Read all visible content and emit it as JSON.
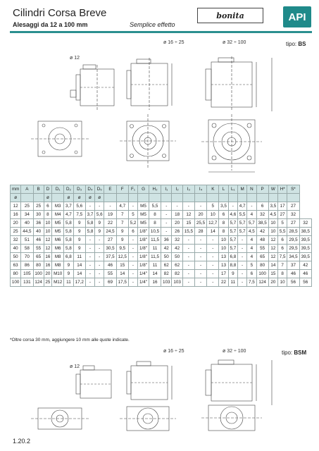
{
  "header": {
    "title": "Cilindri Corsa Breve",
    "subtitle": "Alesaggi da 12 a 100 mm",
    "effect": "Semplice effetto",
    "logo_bonita": "bonita",
    "logo_api": "API",
    "accent_color": "#2b8f8f"
  },
  "drawing_bs": {
    "label_12": "ø 12",
    "label_16_25": "ø 16 ÷ 25",
    "label_32_100": "ø 32 ÷ 100",
    "tipo_prefix": "tipo:",
    "tipo_code": "BS"
  },
  "table": {
    "headers": [
      "mm",
      "A",
      "B",
      "D",
      "D₁",
      "D₂",
      "D₃",
      "D₄",
      "D₅",
      "E",
      "F",
      "F₁",
      "G",
      "H₂",
      "I₁",
      "I₂",
      "I₃",
      "I₄",
      "K",
      "L",
      "L₁",
      "M",
      "N",
      "P",
      "W",
      "H*",
      "S*"
    ],
    "subheaders": [
      "ø",
      "",
      "",
      "ø",
      "",
      "ø",
      "ø",
      "ø",
      "ø",
      "",
      "",
      "",
      "",
      "",
      "",
      "",
      "",
      "",
      "",
      "",
      "",
      "",
      "",
      "",
      "",
      "",
      ""
    ],
    "rows": [
      [
        "12",
        "25",
        "25",
        "6",
        "M3",
        "3,7",
        "5,6",
        "-",
        "-",
        "-",
        "4,7",
        "-",
        "M5",
        "5,5",
        "-",
        "-",
        "-",
        "-",
        "5",
        "3,5",
        "-",
        "4,7",
        "-",
        "6",
        "3,5",
        "17",
        "27"
      ],
      [
        "16",
        "34",
        "30",
        "8",
        "M4",
        "4,7",
        "7,5",
        "3,7",
        "5,6",
        "19",
        "7",
        "5",
        "M5",
        "8",
        "-",
        "18",
        "12",
        "20",
        "10",
        "6",
        "4,6",
        "5,5",
        "4",
        "32",
        "4,5",
        "27",
        "32"
      ],
      [
        "20",
        "40",
        "36",
        "10",
        "M5",
        "5,8",
        "9",
        "5,8",
        "9",
        "22",
        "7",
        "5,2",
        "M5",
        "8",
        "-",
        "20",
        "15",
        "25,5",
        "12,7",
        "8",
        "5,7",
        "5,7",
        "5,7",
        "38,5",
        "10",
        "5",
        "27",
        "32"
      ],
      [
        "25",
        "44,5",
        "40",
        "10",
        "M5",
        "5,8",
        "9",
        "5,8",
        "9",
        "24,5",
        "9",
        "6",
        "1/8\"",
        "10,5",
        "-",
        "26",
        "15,5",
        "28",
        "14",
        "8",
        "5,7",
        "5,7",
        "4,5",
        "42",
        "10",
        "5,5",
        "28,5",
        "38,5"
      ],
      [
        "32",
        "51",
        "46",
        "12",
        "M6",
        "5,8",
        "9",
        "-",
        "-",
        "27",
        "9",
        "-",
        "1/8\"",
        "11,5",
        "36",
        "32",
        "-",
        "-",
        "-",
        "10",
        "5,7",
        "-",
        "4",
        "48",
        "12",
        "6",
        "29,5",
        "39,5"
      ],
      [
        "40",
        "58",
        "55",
        "12",
        "M6",
        "5,8",
        "9",
        "-",
        "-",
        "30,5",
        "9,5",
        "-",
        "1/8\"",
        "11",
        "42",
        "42",
        "-",
        "-",
        "-",
        "10",
        "5,7",
        "-",
        "4",
        "55",
        "12",
        "6",
        "29,5",
        "39,5"
      ],
      [
        "50",
        "70",
        "65",
        "16",
        "M8",
        "6,8",
        "11",
        "-",
        "-",
        "37,5",
        "12,5",
        "-",
        "1/8\"",
        "11,5",
        "50",
        "50",
        "-",
        "-",
        "-",
        "13",
        "6,8",
        "-",
        "4",
        "65",
        "12",
        "7,5",
        "34,5",
        "39,5"
      ],
      [
        "63",
        "86",
        "80",
        "16",
        "M8",
        "9",
        "14",
        "-",
        "-",
        "46",
        "15",
        "-",
        "1/8\"",
        "11",
        "62",
        "62",
        "-",
        "-",
        "-",
        "13",
        "8,8",
        "-",
        "5",
        "80",
        "14",
        "7",
        "37",
        "42"
      ],
      [
        "80",
        "105",
        "100",
        "20",
        "M10",
        "9",
        "14",
        "-",
        "-",
        "55",
        "14",
        "-",
        "1/4\"",
        "14",
        "82",
        "82",
        "-",
        "-",
        "-",
        "17",
        "9",
        "-",
        "6",
        "100",
        "15",
        "8",
        "46",
        "46"
      ],
      [
        "100",
        "131",
        "124",
        "25",
        "M12",
        "11",
        "17,2",
        "-",
        "-",
        "69",
        "17,5",
        "-",
        "1/4\"",
        "16",
        "103",
        "103",
        "-",
        "-",
        "-",
        "22",
        "11",
        "-",
        "7,5",
        "124",
        "20",
        "10",
        "56",
        "56"
      ]
    ],
    "footnote": "*Oltre corsa 30 mm, aggiungere 10 mm alle quote indicate."
  },
  "drawing_bsm": {
    "label_12": "ø 12",
    "label_16_25": "ø 16 ÷ 25",
    "label_32_100": "ø 32 ÷ 100",
    "tipo_prefix": "tipo:",
    "tipo_code": "BSM"
  },
  "page_number": "1.20.2"
}
